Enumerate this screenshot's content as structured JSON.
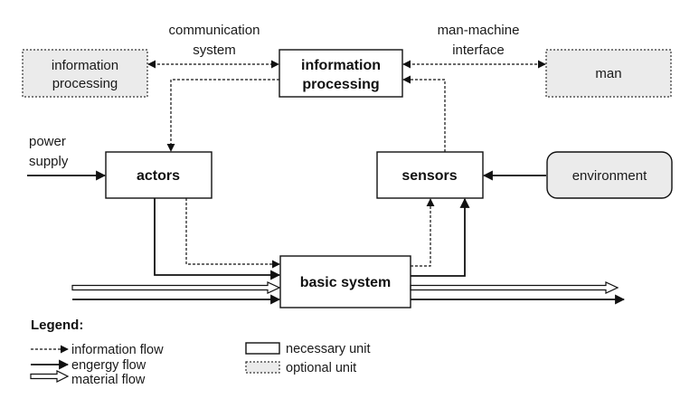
{
  "nodes": {
    "info_processing_main": [
      "information",
      "processing"
    ],
    "info_processing_optional": [
      "information",
      "processing"
    ],
    "man": "man",
    "actors": "actors",
    "sensors": "sensors",
    "environment": "environment",
    "basic_system": "basic system"
  },
  "edge_labels": {
    "communication_system": [
      "communication",
      "system"
    ],
    "man_machine_interface": [
      "man-machine",
      "interface"
    ],
    "power_supply": [
      "power",
      "supply"
    ]
  },
  "legend": {
    "title": "Legend:",
    "information_flow": "information flow",
    "energy_flow": "engergy flow",
    "material_flow": "material flow",
    "necessary_unit": "necessary unit",
    "optional_unit": "optional unit"
  },
  "colors": {
    "line": "#111111",
    "optional_fill": "#ebebeb",
    "necessary_fill": "#ffffff"
  }
}
